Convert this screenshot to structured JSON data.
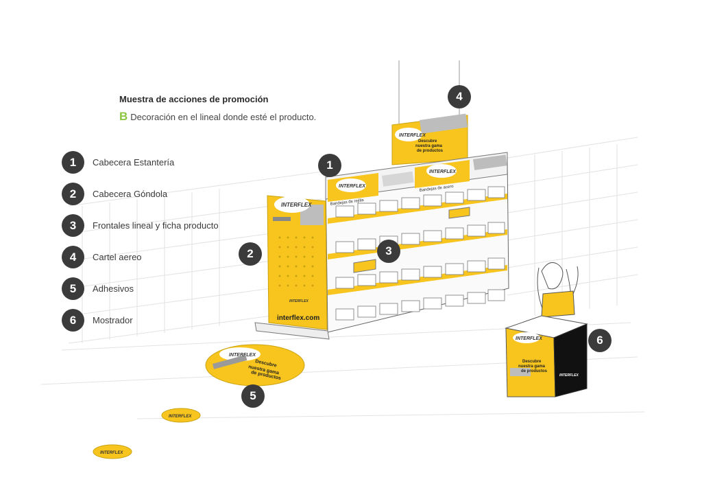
{
  "header": {
    "title": "Muestra de acciones de promoción",
    "subtitle_letter": "B",
    "subtitle_text": "Decoración en el lineal donde esté el producto."
  },
  "legend": [
    {
      "num": "1",
      "label": "Cabecera Estantería"
    },
    {
      "num": "2",
      "label": "Cabecera Góndola"
    },
    {
      "num": "3",
      "label": "Frontales lineal y ficha producto"
    },
    {
      "num": "4",
      "label": "Cartel aereo"
    },
    {
      "num": "5",
      "label": "Adhesivos"
    },
    {
      "num": "6",
      "label": "Mostrador"
    }
  ],
  "callouts": {
    "c1": "1",
    "c2": "2",
    "c3": "3",
    "c4": "4",
    "c5": "5",
    "c6": "6"
  },
  "brand": {
    "logo": "INTERFLEX",
    "website": "interflex.com",
    "header_left": "Bandejas de rejilla",
    "header_right": "Bandejas de acero",
    "promo_line1": "Descubre",
    "promo_line2": "nuestra gama",
    "promo_line3": "de productos"
  },
  "colors": {
    "brand_yellow": "#f7c51e",
    "badge": "#3b3b3b",
    "accent_green": "#8cc63f",
    "counter_black": "#111111"
  }
}
